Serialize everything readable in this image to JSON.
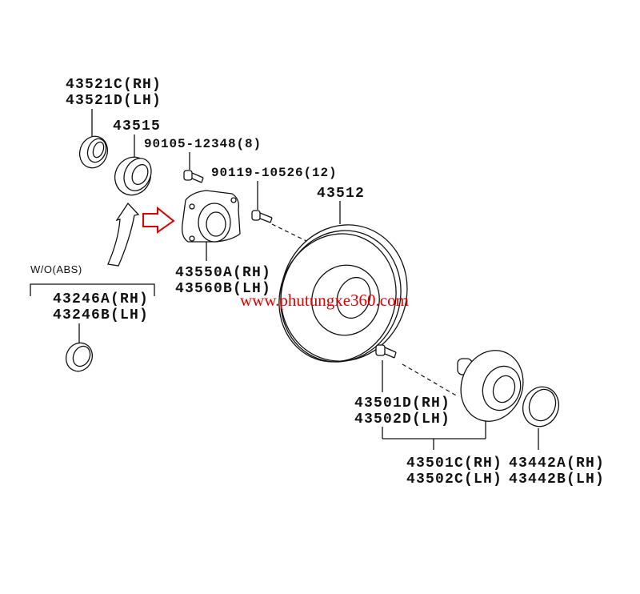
{
  "labels": {
    "seal_outer": [
      "43521C(RH)",
      "43521D(LH)"
    ],
    "bearing": "43515",
    "bolt_small": "90105-12348(8)",
    "bolt_disc": "90119-10526(12)",
    "disc": "43512",
    "note_abs": "W/O(ABS)",
    "seal_abs": [
      "43246A(RH)",
      "43246B(LH)"
    ],
    "hub_bearing": [
      "43550A(RH)",
      "43560B(LH)"
    ],
    "hub_bolt": [
      "43501D(RH)",
      "43502D(LH)"
    ],
    "hub": [
      "43501C(RH)",
      "43502C(LH)"
    ],
    "seal_inner": [
      "43442A(RH)",
      "43442B(LH)"
    ]
  },
  "watermark": "www.phutungxe360.com",
  "colors": {
    "line": "#111111",
    "accent_arrow": "#e00000",
    "watermark": "#e00000"
  }
}
